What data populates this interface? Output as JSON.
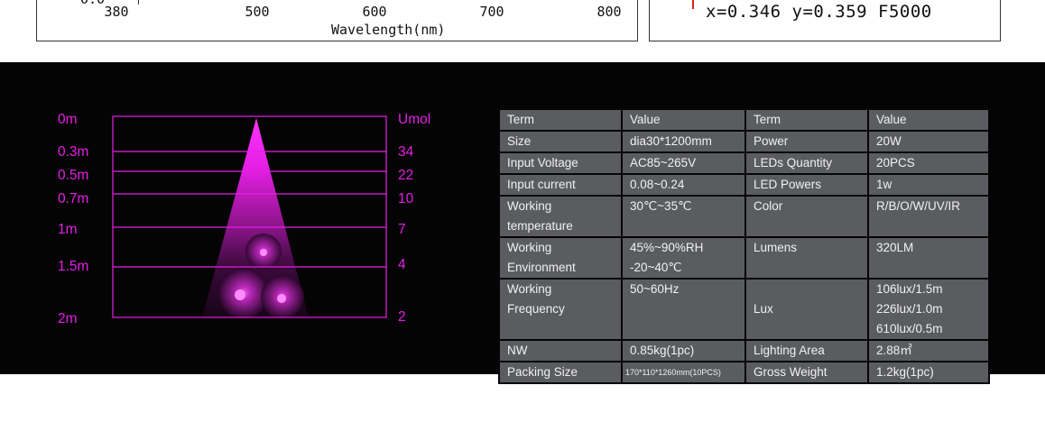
{
  "spectrum": {
    "y_tick_partial": "0.0",
    "x_ticks": [
      "380",
      "500",
      "600",
      "700",
      "800"
    ],
    "xlabel": "Wavelength(nm)"
  },
  "cie": {
    "readout": "x=0.346 y=0.359 F5000"
  },
  "diagram": {
    "accent_color": "#e51fe5",
    "left_header": "0m",
    "right_header": "Umol",
    "rows": [
      {
        "distance": "0.3m",
        "umol": "34"
      },
      {
        "distance": "0.5m",
        "umol": "22"
      },
      {
        "distance": "0.7m",
        "umol": "10"
      },
      {
        "distance": "1m",
        "umol": "7"
      },
      {
        "distance": "1.5m",
        "umol": "4"
      },
      {
        "distance": "2m",
        "umol": "2"
      }
    ]
  },
  "specs": {
    "header": {
      "term1": "Term",
      "value1": "Value",
      "term2": "Term",
      "value2": "Value"
    },
    "size": {
      "term": "Size",
      "value": "dia30*1200mm"
    },
    "power": {
      "term": "Power",
      "value": "20W"
    },
    "input_voltage": {
      "term": "Input Voltage",
      "value": "AC85~265V"
    },
    "leds_quantity": {
      "term": "LEDs Quantity",
      "value": "20PCS"
    },
    "input_current": {
      "term": "Input current",
      "value": "0.08~0.24"
    },
    "led_powers": {
      "term": "LED Powers",
      "value": "1w"
    },
    "working_temperature": {
      "term_line1": "Working",
      "term_line2": "temperature",
      "value": "30℃~35℃"
    },
    "color": {
      "term": "Color",
      "value": "R/B/O/W/UV/IR"
    },
    "working_environment": {
      "term_line1": "Working",
      "term_line2": "Environment",
      "value_line1": "45%~90%RH",
      "value_line2": "-20~40℃"
    },
    "lumens": {
      "term": "Lumens",
      "value": "320LM"
    },
    "lux": {
      "term": "Lux",
      "values": [
        "106lux/1.5m",
        "226lux/1.0m",
        "610lux/0.5m"
      ]
    },
    "working_frequency": {
      "term_line1": "Working",
      "term_line2": "Frequency",
      "value": "50~60Hz"
    },
    "nw": {
      "term": "NW",
      "value": "0.85kg(1pc)"
    },
    "lighting_area": {
      "term": "Lighting Area",
      "value": "2.88㎡"
    },
    "packing_size": {
      "term": "Packing Size",
      "value": "170*110*1260mm(10PCS)"
    },
    "gross_weight": {
      "term": "Gross Weight",
      "value": "1.2kg(1pc)"
    }
  }
}
